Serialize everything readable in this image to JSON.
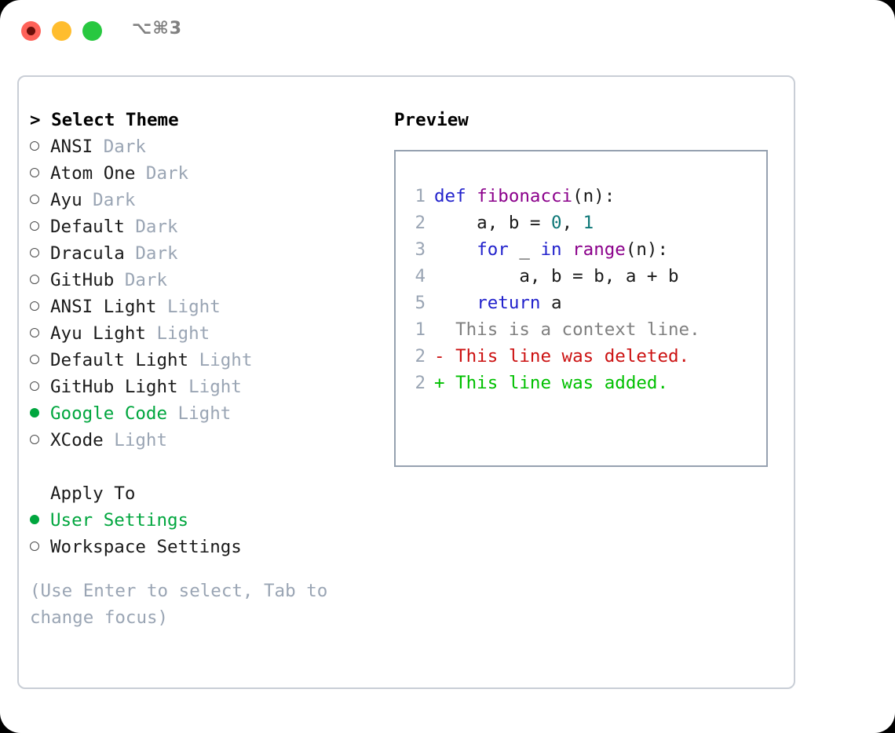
{
  "titlebar": {
    "shortcut": "⌥⌘3",
    "buttons": [
      {
        "name": "close",
        "color": "#ff6259"
      },
      {
        "name": "minimize",
        "color": "#ffbd2e"
      },
      {
        "name": "maximize",
        "color": "#28c840"
      }
    ]
  },
  "theme_picker": {
    "header": "> Select Theme",
    "items": [
      {
        "label": "ANSI",
        "mode": "Dark",
        "selected": false
      },
      {
        "label": "Atom One",
        "mode": "Dark",
        "selected": false
      },
      {
        "label": "Ayu",
        "mode": "Dark",
        "selected": false
      },
      {
        "label": "Default",
        "mode": "Dark",
        "selected": false
      },
      {
        "label": "Dracula",
        "mode": "Dark",
        "selected": false
      },
      {
        "label": "GitHub",
        "mode": "Dark",
        "selected": false
      },
      {
        "label": "ANSI Light",
        "mode": "Light",
        "selected": false
      },
      {
        "label": "Ayu Light",
        "mode": "Light",
        "selected": false
      },
      {
        "label": "Default Light",
        "mode": "Light",
        "selected": false
      },
      {
        "label": "GitHub Light",
        "mode": "Light",
        "selected": false
      },
      {
        "label": "Google Code",
        "mode": "Light",
        "selected": true
      },
      {
        "label": "XCode",
        "mode": "Light",
        "selected": false
      }
    ]
  },
  "apply_to": {
    "header": "Apply To",
    "options": [
      {
        "label": "User Settings",
        "selected": true
      },
      {
        "label": "Workspace Settings",
        "selected": false
      }
    ]
  },
  "hint": "(Use Enter to select, Tab to change focus)",
  "preview": {
    "title": "Preview",
    "code_lines": [
      {
        "num": "1",
        "tokens": [
          {
            "t": "def ",
            "c": "kw"
          },
          {
            "t": "fibonacci",
            "c": "fn"
          },
          {
            "t": "(n):",
            "c": "pl"
          }
        ]
      },
      {
        "num": "2",
        "tokens": [
          {
            "t": "    a, b = ",
            "c": "pl"
          },
          {
            "t": "0",
            "c": "num"
          },
          {
            "t": ", ",
            "c": "pl"
          },
          {
            "t": "1",
            "c": "num"
          }
        ]
      },
      {
        "num": "3",
        "tokens": [
          {
            "t": "    ",
            "c": "pl"
          },
          {
            "t": "for",
            "c": "kw"
          },
          {
            "t": " _ ",
            "c": "pl"
          },
          {
            "t": "in",
            "c": "kw"
          },
          {
            "t": " ",
            "c": "pl"
          },
          {
            "t": "range",
            "c": "fn"
          },
          {
            "t": "(n):",
            "c": "pl"
          }
        ]
      },
      {
        "num": "4",
        "tokens": [
          {
            "t": "        a, b = b, a + b",
            "c": "pl"
          }
        ]
      },
      {
        "num": "5",
        "tokens": [
          {
            "t": "    ",
            "c": "pl"
          },
          {
            "t": "return",
            "c": "kw"
          },
          {
            "t": " a",
            "c": "pl"
          }
        ]
      }
    ],
    "diff_lines": [
      {
        "num": "1",
        "sign": " ",
        "text": "This is a context line.",
        "kind": "d-ctx"
      },
      {
        "num": "2",
        "sign": "-",
        "text": "This line was deleted.",
        "kind": "d-del"
      },
      {
        "num": "2",
        "sign": "+",
        "text": "This line was added.",
        "kind": "d-add"
      }
    ]
  },
  "colors": {
    "accent_green": "#00a63e",
    "muted": "#9aa5b4",
    "keyword": "#2222cc",
    "function": "#8b008b",
    "number": "#0d7777",
    "diff_delete": "#cc1111",
    "diff_add": "#00c000",
    "panel_border": "#c9ced6",
    "preview_border": "#96a1b0"
  }
}
